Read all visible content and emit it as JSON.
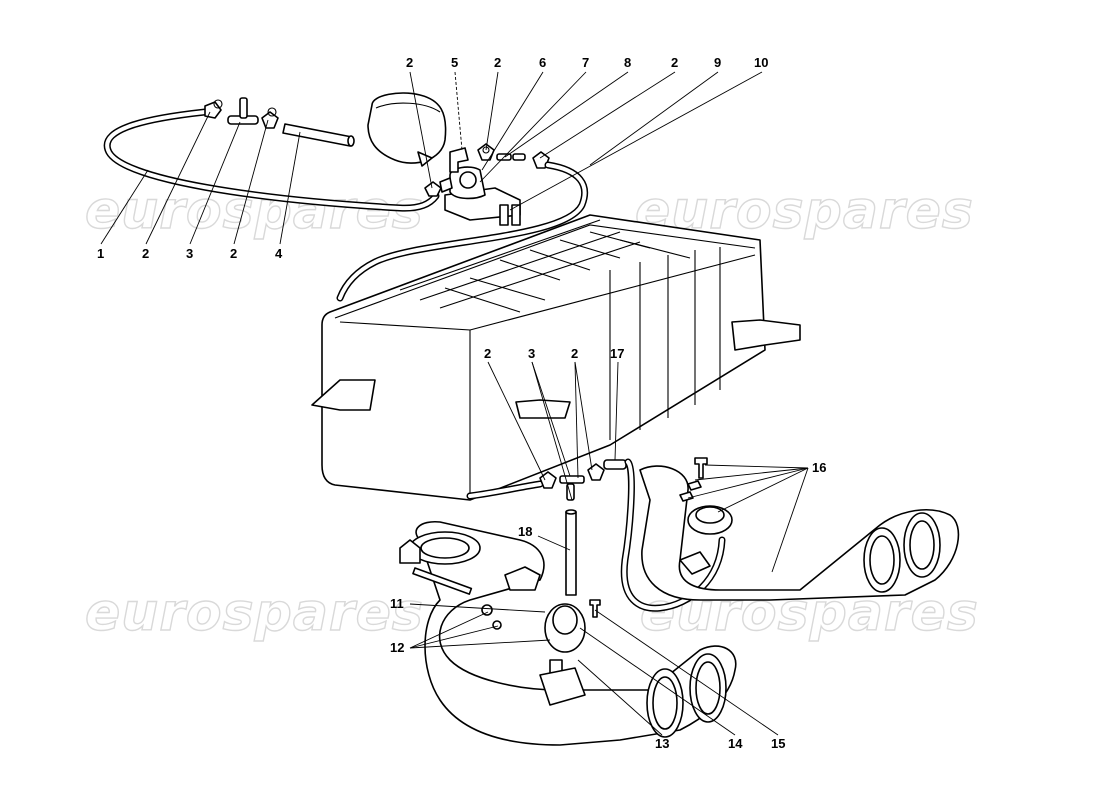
{
  "watermark": {
    "text": "eurospares"
  },
  "callouts": {
    "top_left": [
      "1",
      "2",
      "3",
      "2",
      "4"
    ],
    "top_row": [
      "2",
      "5",
      "2",
      "6",
      "7",
      "8",
      "2",
      "9",
      "10"
    ],
    "middle": [
      "2",
      "3",
      "2",
      "17"
    ],
    "n18": "18",
    "n16": "16",
    "n11": "11",
    "n12": "12",
    "bottom": [
      "13",
      "14",
      "15"
    ]
  }
}
